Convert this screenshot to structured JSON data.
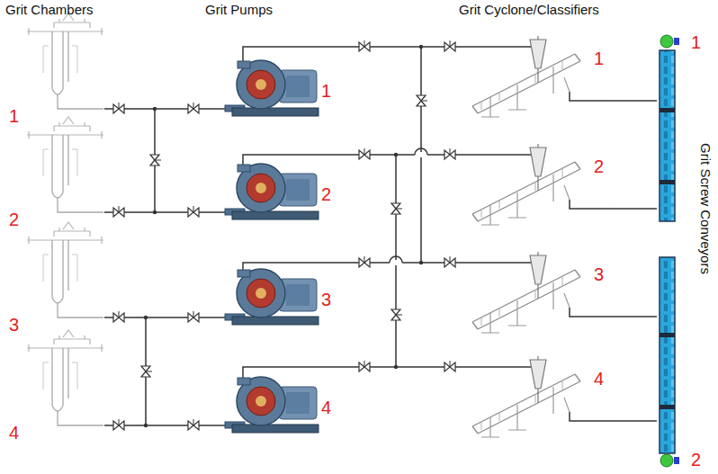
{
  "diagram": {
    "nodes": [
      {
        "text": [
          "1"
        ]
      },
      {
        "text": [
          "2"
        ]
      },
      {
        "text": [
          "3"
        ]
      },
      {
        "text": [
          "4"
        ]
      },
      {
        "text": [
          "1"
        ]
      },
      {
        "text": [
          "2"
        ]
      },
      {
        "text": [
          "3"
        ]
      },
      {
        "text": [
          "4"
        ]
      },
      {
        "text": [
          "1"
        ]
      },
      {
        "text": [
          "2"
        ]
      },
      {
        "text": [
          "3"
        ]
      },
      {
        "text": [
          "4"
        ]
      },
      {
        "text": [
          "1"
        ]
      },
      {
        "text": [
          "2"
        ]
      }
    ],
    "edges": [
      {
        "from": 0,
        "to": 4,
        "arrow": "none"
      },
      {
        "from": 1,
        "to": 5,
        "arrow": "none"
      },
      {
        "from": 2,
        "to": 6,
        "arrow": "none"
      },
      {
        "from": 3,
        "to": 7,
        "arrow": "none"
      },
      {
        "from": 4,
        "to": 8,
        "arrow": "none"
      },
      {
        "from": 5,
        "to": 9,
        "arrow": "none"
      },
      {
        "from": 6,
        "to": 10,
        "arrow": "none"
      },
      {
        "from": 7,
        "to": 11,
        "arrow": "none"
      },
      {
        "from": 8,
        "to": 12,
        "arrow": "none"
      },
      {
        "from": 9,
        "to": 12,
        "arrow": "none"
      },
      {
        "from": 10,
        "to": 13,
        "arrow": "none"
      },
      {
        "from": 11,
        "to": 13,
        "arrow": "none"
      }
    ],
    "labels": [
      "Grit Chambers",
      "Grit Pumps",
      "Grit Cyclone/Classifiers",
      "Grit Screw Conveyors"
    ]
  }
}
